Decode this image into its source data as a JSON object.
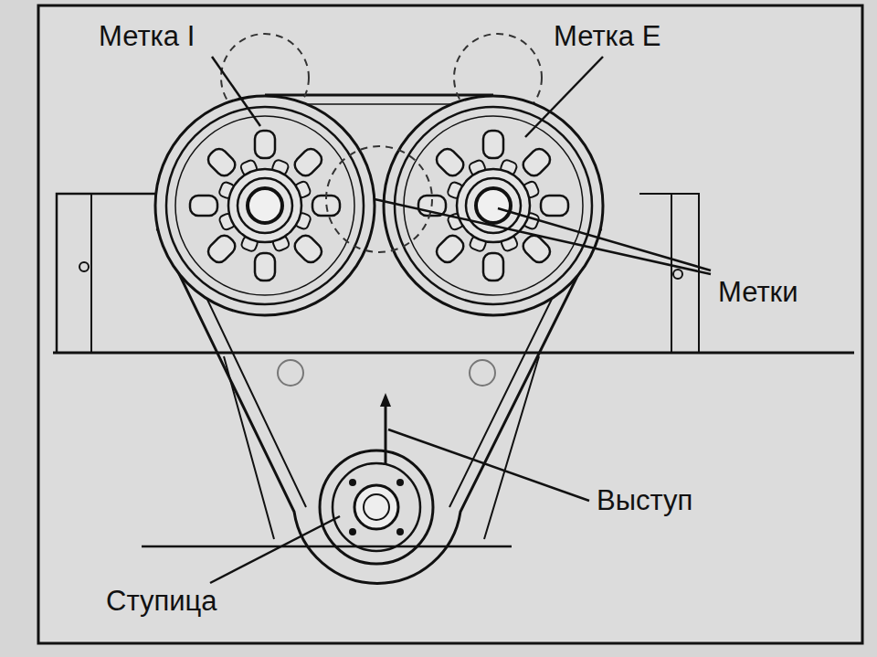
{
  "diagram": {
    "labels": [
      "Метка I",
      "Метка E",
      "Метки",
      "Выступ",
      "Ступица"
    ]
  }
}
